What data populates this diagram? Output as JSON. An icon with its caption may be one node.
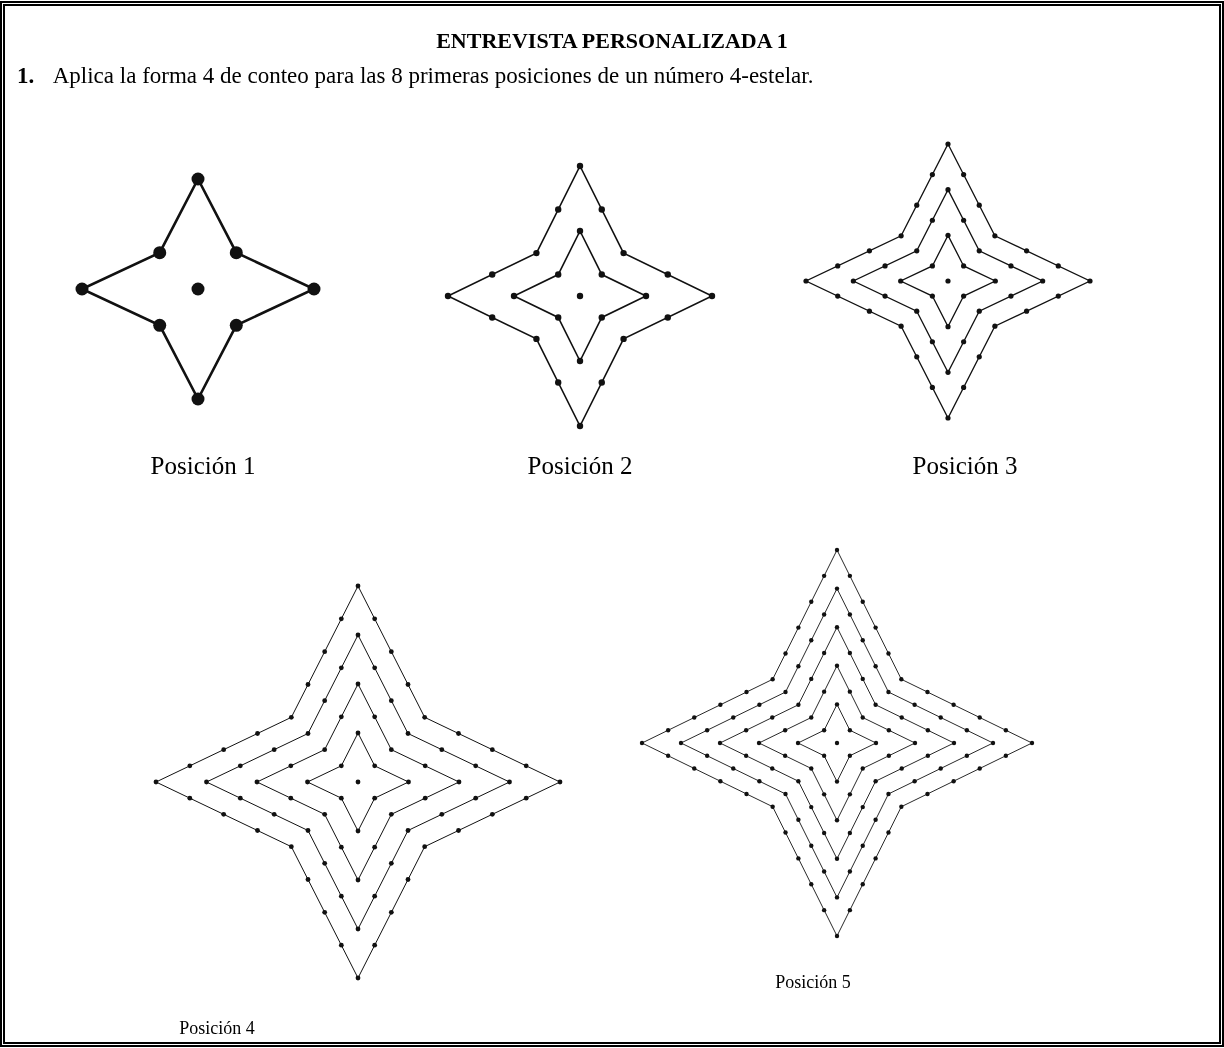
{
  "diagram": {
    "title": "ENTREVISTA PERSONALIZADA 1",
    "labels": [
      "**1.** Aplica la forma 4 de conteo para las 8 primeras posiciones de un número 4-estelar.",
      "Posición 1",
      "Posición 2",
      "Posición 3",
      "Posición 4",
      "Posición 5"
    ]
  }
}
